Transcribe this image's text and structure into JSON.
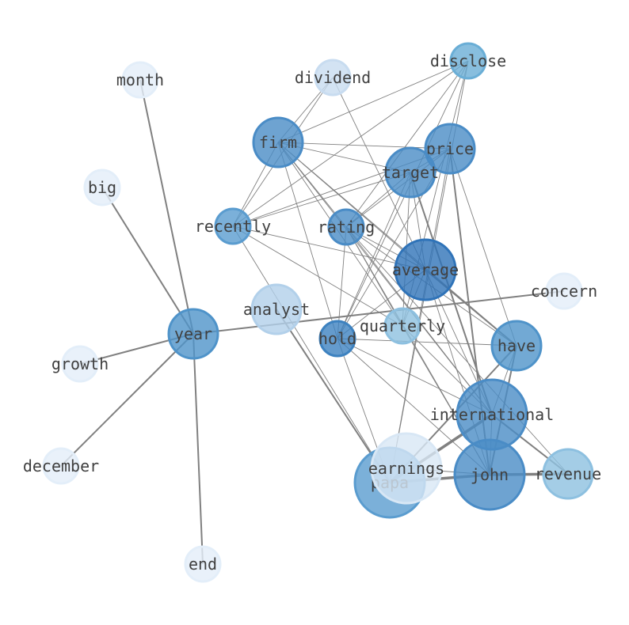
{
  "nodes": [
    {
      "id": "disclose",
      "label": "disclose",
      "color": "#6aaed6"
    },
    {
      "id": "dividend",
      "label": "dividend",
      "color": "#c8dcf0"
    },
    {
      "id": "month",
      "label": "month",
      "color": "#e3eef9"
    },
    {
      "id": "firm",
      "label": "firm",
      "color": "#4a8cc6"
    },
    {
      "id": "price",
      "label": "price",
      "color": "#4a8cc6"
    },
    {
      "id": "target",
      "label": "target",
      "color": "#4a8cc6"
    },
    {
      "id": "big",
      "label": "big",
      "color": "#e3eef9"
    },
    {
      "id": "recently",
      "label": "recently",
      "color": "#5a9ccf"
    },
    {
      "id": "rating",
      "label": "rating",
      "color": "#4a8cc6"
    },
    {
      "id": "average",
      "label": "average",
      "color": "#2f73b8"
    },
    {
      "id": "concern",
      "label": "concern",
      "color": "#e3eef9"
    },
    {
      "id": "analyst",
      "label": "analyst",
      "color": "#b2d0ea"
    },
    {
      "id": "quarterly",
      "label": "quarterly",
      "color": "#8dc0e0"
    },
    {
      "id": "year",
      "label": "year",
      "color": "#4f93c9"
    },
    {
      "id": "hold",
      "label": "hold",
      "color": "#3d82c0"
    },
    {
      "id": "have",
      "label": "have",
      "color": "#4f93c9"
    },
    {
      "id": "growth",
      "label": "growth",
      "color": "#e3eef9"
    },
    {
      "id": "international",
      "label": "international",
      "color": "#4a8cc6"
    },
    {
      "id": "december",
      "label": "december",
      "color": "#e3eef9"
    },
    {
      "id": "papa",
      "label": "papa",
      "color": "#5a9ccf"
    },
    {
      "id": "earnings",
      "label": "earnings",
      "color": "#d8e7f5"
    },
    {
      "id": "john",
      "label": "john",
      "color": "#4a8cc6"
    },
    {
      "id": "revenue",
      "label": "revenue",
      "color": "#8dc0e0"
    },
    {
      "id": "end",
      "label": "end",
      "color": "#e3eef9"
    }
  ],
  "edges": [
    [
      "month",
      "year",
      "thick"
    ],
    [
      "big",
      "year",
      "thick"
    ],
    [
      "growth",
      "year",
      "thick"
    ],
    [
      "december",
      "year",
      "thick"
    ],
    [
      "end",
      "year",
      "thick"
    ],
    [
      "year",
      "concern",
      "thick"
    ],
    [
      "analyst",
      "papa",
      "thick"
    ],
    [
      "target",
      "international",
      "thick"
    ],
    [
      "price",
      "john",
      "thick"
    ],
    [
      "average",
      "have",
      "thick"
    ],
    [
      "international",
      "papa",
      "heavy"
    ],
    [
      "john",
      "papa",
      "heavy"
    ],
    [
      "john",
      "revenue",
      "heavy"
    ],
    [
      "international",
      "revenue",
      "thick"
    ],
    [
      "have",
      "papa",
      "thick"
    ],
    [
      "have",
      "john",
      "thick"
    ],
    [
      "papa",
      "earnings",
      "thick"
    ],
    [
      "dividend",
      "firm",
      "thin"
    ],
    [
      "dividend",
      "recently",
      "thin"
    ],
    [
      "dividend",
      "average",
      "thin"
    ],
    [
      "disclose",
      "firm",
      "thin"
    ],
    [
      "disclose",
      "recently",
      "thin"
    ],
    [
      "disclose",
      "rating",
      "thin"
    ],
    [
      "disclose",
      "hold",
      "thin"
    ],
    [
      "disclose",
      "quarterly",
      "thin"
    ],
    [
      "disclose",
      "papa",
      "thin"
    ],
    [
      "firm",
      "price",
      "thin"
    ],
    [
      "firm",
      "target",
      "thin"
    ],
    [
      "firm",
      "recently",
      "thin"
    ],
    [
      "firm",
      "rating",
      "thin"
    ],
    [
      "firm",
      "average",
      "thin"
    ],
    [
      "firm",
      "hold",
      "thin"
    ],
    [
      "firm",
      "quarterly",
      "thin"
    ],
    [
      "firm",
      "have",
      "thin"
    ],
    [
      "firm",
      "international",
      "thin"
    ],
    [
      "price",
      "target",
      "thin"
    ],
    [
      "price",
      "recently",
      "thin"
    ],
    [
      "price",
      "rating",
      "thin"
    ],
    [
      "price",
      "hold",
      "thin"
    ],
    [
      "price",
      "have",
      "thin"
    ],
    [
      "price",
      "papa",
      "thin"
    ],
    [
      "target",
      "recently",
      "thin"
    ],
    [
      "target",
      "rating",
      "thin"
    ],
    [
      "target",
      "average",
      "thin"
    ],
    [
      "target",
      "hold",
      "thin"
    ],
    [
      "target",
      "quarterly",
      "thin"
    ],
    [
      "recently",
      "average",
      "thin"
    ],
    [
      "recently",
      "quarterly",
      "thin"
    ],
    [
      "recently",
      "papa",
      "thin"
    ],
    [
      "rating",
      "average",
      "thin"
    ],
    [
      "rating",
      "hold",
      "thin"
    ],
    [
      "rating",
      "quarterly",
      "thin"
    ],
    [
      "rating",
      "have",
      "thin"
    ],
    [
      "rating",
      "international",
      "thin"
    ],
    [
      "rating",
      "john",
      "thin"
    ],
    [
      "rating",
      "revenue",
      "thin"
    ],
    [
      "average",
      "hold",
      "thin"
    ],
    [
      "average",
      "quarterly",
      "thin"
    ],
    [
      "average",
      "international",
      "thin"
    ],
    [
      "average",
      "john",
      "thin"
    ],
    [
      "hold",
      "have",
      "thin"
    ],
    [
      "hold",
      "international",
      "thin"
    ],
    [
      "hold",
      "john",
      "thin"
    ],
    [
      "hold",
      "papa",
      "thin"
    ],
    [
      "quarterly",
      "international",
      "thin"
    ],
    [
      "quarterly",
      "john",
      "thin"
    ],
    [
      "have",
      "international",
      "thin"
    ],
    [
      "international",
      "john",
      "thin"
    ],
    [
      "earnings",
      "john",
      "thin"
    ]
  ]
}
